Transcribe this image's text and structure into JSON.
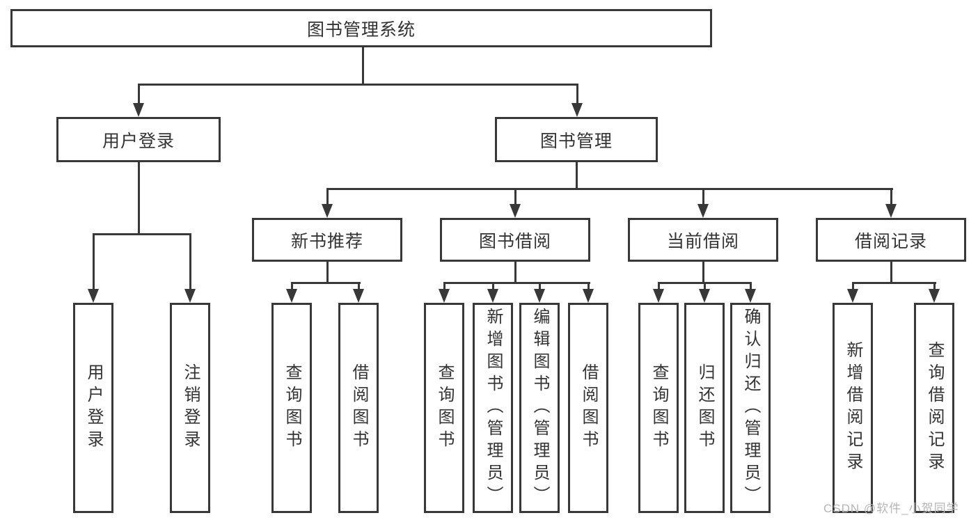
{
  "title": {
    "label": "图书管理系统"
  },
  "branches": [
    {
      "label": "用户登录",
      "children": [
        "用户登录",
        "注销登录"
      ]
    },
    {
      "label": "图书管理",
      "sections": [
        {
          "label": "新书推荐",
          "children": [
            "查询图书",
            "借阅图书"
          ]
        },
        {
          "label": "图书借阅",
          "children": [
            "查询图书",
            "新增图书（管理员）",
            "编辑图书（管理员）",
            "借阅图书"
          ]
        },
        {
          "label": "当前借阅",
          "children": [
            "查询图书",
            "归还图书",
            "确认归还（管理员）"
          ]
        },
        {
          "label": "借阅记录",
          "children": [
            "新增借阅记录",
            "查询借阅记录"
          ]
        }
      ]
    }
  ],
  "watermark": {
    "text": "CSDN @软件_小贺同学"
  },
  "colors": {
    "line": "#383838",
    "text": "#333333",
    "watermark": "#b5b5b5",
    "background": "#ffffff"
  }
}
